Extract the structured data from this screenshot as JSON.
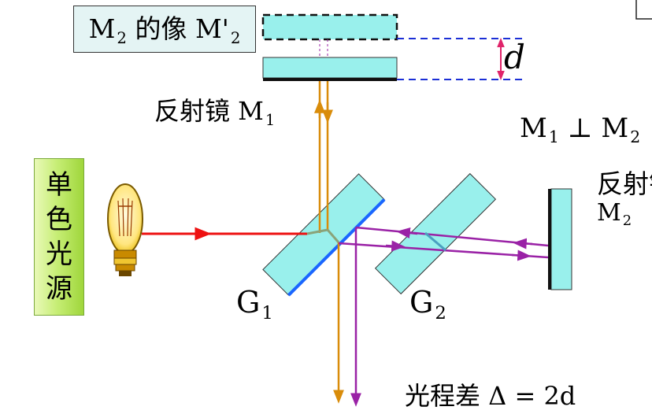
{
  "image_label": {
    "main": "M",
    "sub1": "2",
    "mid": " 的像 M'",
    "sub2": "2"
  },
  "mirror1_label": {
    "text": "反射镜 M",
    "sub": "1"
  },
  "gap_label": "d",
  "perp_label": {
    "a": "M",
    "a_sub": "1",
    "op": " ⊥ ",
    "b": "M",
    "b_sub": "2"
  },
  "source_label": "单色光源",
  "mirror2_label": {
    "text": "反射镜",
    "main": "M",
    "sub": "2"
  },
  "g1_label": {
    "main": "G",
    "sub": "1"
  },
  "g2_label": {
    "main": "G",
    "sub": "2"
  },
  "path_diff_label": "光程差  Δ = 2d",
  "colors": {
    "glass": "#99f0ec",
    "red_beam": "#ee1111",
    "orange_beam": "#d98c0a",
    "purple_beam": "#9a22a6",
    "accent_blue": "#1a66ff",
    "measure_pink": "#e0246a",
    "dash_blue": "#1b2fd6"
  },
  "icons": [
    "light-bulb-icon",
    "arrow-icon"
  ]
}
